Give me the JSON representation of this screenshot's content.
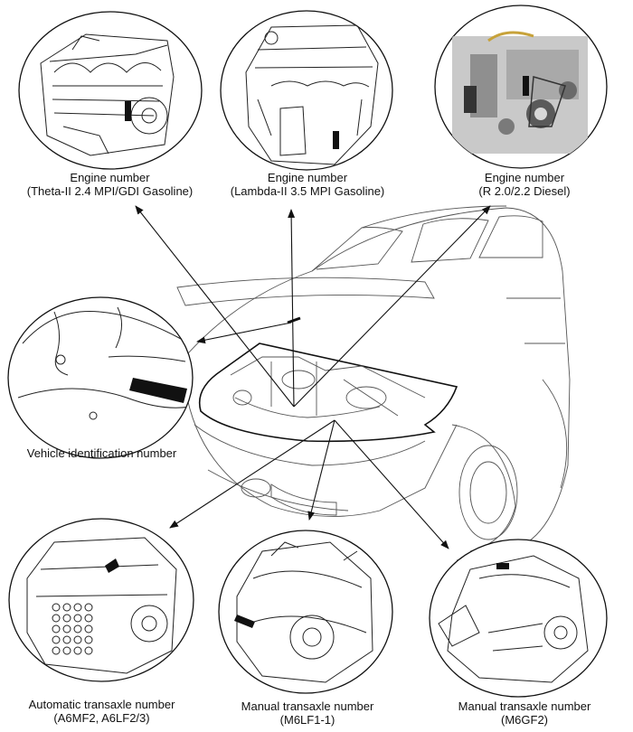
{
  "callouts": [
    {
      "id": "engine-theta",
      "line1": "Engine number",
      "line2": "(Theta-II 2.4 MPI/GDI Gasoline)"
    },
    {
      "id": "engine-lambda",
      "line1": "Engine number",
      "line2": "(Lambda-II 3.5 MPI Gasoline)"
    },
    {
      "id": "engine-r",
      "line1": "Engine number",
      "line2": "(R 2.0/2.2 Diesel)"
    },
    {
      "id": "vin",
      "line1": "Vehicle identification number",
      "line2": ""
    },
    {
      "id": "auto-transaxle",
      "line1": "Automatic transaxle number",
      "line2": "(A6MF2, A6LF2/3)"
    },
    {
      "id": "manual-m6lf1",
      "line1": "Manual transaxle number",
      "line2": "(M6LF1-1)"
    },
    {
      "id": "manual-m6gf2",
      "line1": "Manual transaxle number",
      "line2": "(M6GF2)"
    }
  ]
}
